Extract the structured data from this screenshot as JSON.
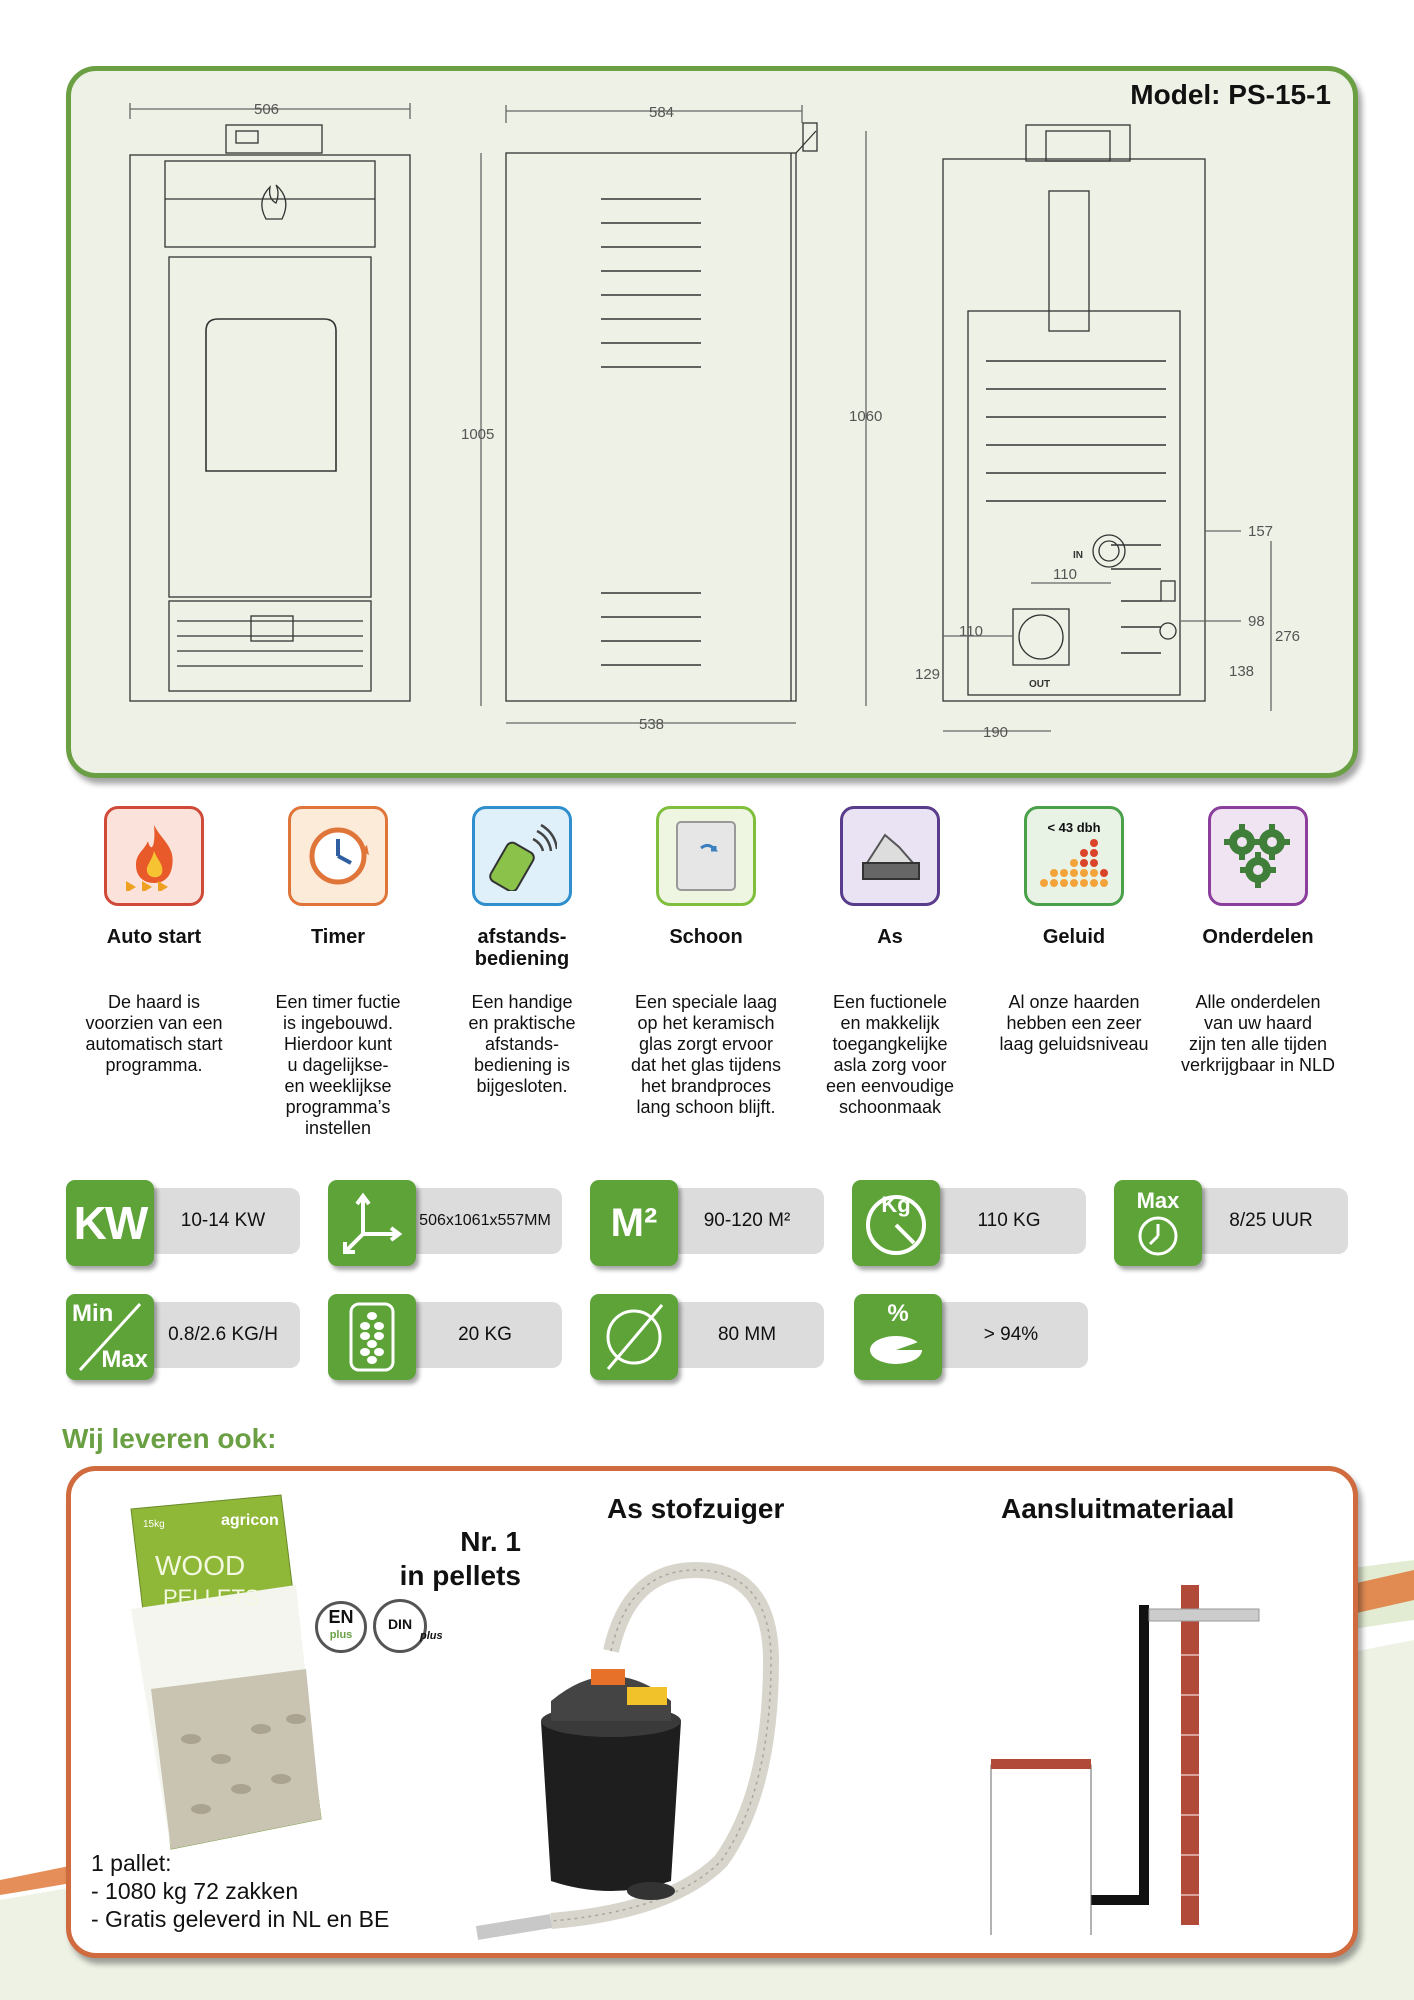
{
  "model": "Model: PS-15-1",
  "dimensions": {
    "front_width": "506",
    "side_depth": "584",
    "side_height": "1005",
    "side_base": "538",
    "rear_height": "1060",
    "rear_pipe_offset": "190",
    "rear_inlet_height": "157",
    "rear_gap": "110",
    "rear_left_mid": "110",
    "rear_outlet_height": "129",
    "rear_small": "98",
    "rear_total": "276",
    "rear_right_low": "138",
    "label_in": "IN",
    "label_out": "OUT"
  },
  "features": [
    {
      "title": "Auto start",
      "desc": [
        "De haard is",
        "voorzien van een",
        "automatisch start",
        "programma."
      ],
      "color": "#d04a3a",
      "icon": "flame-icon"
    },
    {
      "title": "Timer",
      "desc": [
        "Een timer fuctie",
        "is ingebouwd.",
        "Hierdoor kunt",
        "u dagelijkse-",
        "en weeklijkse",
        "programma’s",
        "instellen"
      ],
      "color": "#e0753a",
      "icon": "clock-icon"
    },
    {
      "title_lines": [
        "afstands-",
        "bediening"
      ],
      "desc": [
        "Een handige",
        "en praktische",
        "afstands-",
        "bediening is",
        "bijgesloten."
      ],
      "color": "#2f8fce",
      "icon": "remote-icon"
    },
    {
      "title": "Schoon",
      "desc": [
        "Een speciale laag",
        "op het keramisch",
        "glas zorgt ervoor",
        "dat het glas tijdens",
        "het brandproces",
        "lang schoon blijft."
      ],
      "color": "#7fbf3c",
      "icon": "glass-icon"
    },
    {
      "title": "As",
      "desc": [
        "Een fuctionele",
        "en makkelijk",
        "toegangkelijke",
        "asla zorg voor",
        "een eenvoudige",
        "schoonmaak"
      ],
      "color": "#5a3c8c",
      "icon": "ash-tray-icon"
    },
    {
      "title": "Geluid",
      "badge": "< 43 dbh",
      "desc": [
        "Al onze haarden",
        "hebben een zeer",
        "laag geluidsniveau"
      ],
      "color": "#4ba04a",
      "icon": "sound-level-icon"
    },
    {
      "title": "Onderdelen",
      "desc": [
        "Alle onderdelen",
        "van uw haard",
        "zijn ten alle tijden",
        "verkrijgbaar in NLD"
      ],
      "color": "#8b3e9c",
      "icon": "gears-icon"
    }
  ],
  "specs": [
    {
      "icon_text": "KW",
      "value": "10-14 KW",
      "icon": "kw-icon"
    },
    {
      "value": "506x1061x557MM",
      "icon": "dimensions-icon"
    },
    {
      "icon_text": "M²",
      "value": "90-120 M²",
      "icon": "area-icon"
    },
    {
      "icon_text": "Kg",
      "value": "110 KG",
      "icon": "weight-icon"
    },
    {
      "icon_text": "Max",
      "value": "8/25 UUR",
      "icon": "max-time-icon"
    },
    {
      "icon_text_top": "Min",
      "icon_text_bottom": "Max",
      "value": "0.8/2.6 KG/H",
      "icon": "min-max-icon"
    },
    {
      "value": "20 KG",
      "icon": "pellet-tank-icon"
    },
    {
      "value": "80 MM",
      "icon": "diameter-icon"
    },
    {
      "icon_text": "%",
      "value": "> 94%",
      "icon": "efficiency-icon"
    }
  ],
  "supply": {
    "heading": "Wij leveren ook:",
    "pellets_title_1": "Nr. 1",
    "pellets_title_2": "in pellets",
    "bag_brand": "agricon",
    "bag_text_1": "WOOD",
    "bag_text_2": "PELLETS",
    "bag_weight": "15kg",
    "cert_en": "EN",
    "cert_en_sub": "plus",
    "cert_din": "DIN",
    "cert_din_sub": "plus",
    "pallet_lines": [
      "1 pallet:",
      "- 1080 kg 72 zakken",
      "- Gratis geleverd in NL en BE"
    ],
    "vacuum_title": "As stofzuiger",
    "connect_title": "Aansluitmateriaal"
  }
}
